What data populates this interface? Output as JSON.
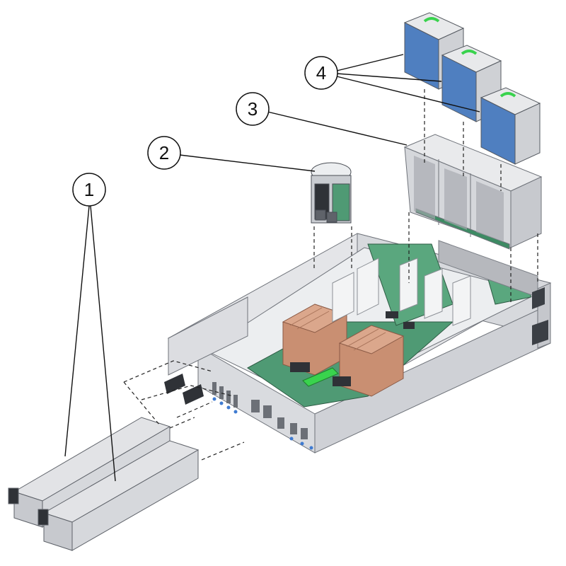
{
  "callouts": [
    {
      "id": "1",
      "label": "1"
    },
    {
      "id": "2",
      "label": "2"
    },
    {
      "id": "3",
      "label": "3"
    },
    {
      "id": "4",
      "label": "4"
    }
  ],
  "colors": {
    "chassis": "#e6e7e9",
    "chassis_edge": "#7b7f86",
    "board": "#4f9a74",
    "heatsink": "#c98f72",
    "fan_blue": "#4f7fc0",
    "green_handle": "#39d34d",
    "leader": "#111111"
  },
  "icons": {
    "psu": "power-supply-icon",
    "riser": "riser-module-icon",
    "fan_cage": "fan-cage-icon",
    "fan": "fan-module-icon"
  }
}
